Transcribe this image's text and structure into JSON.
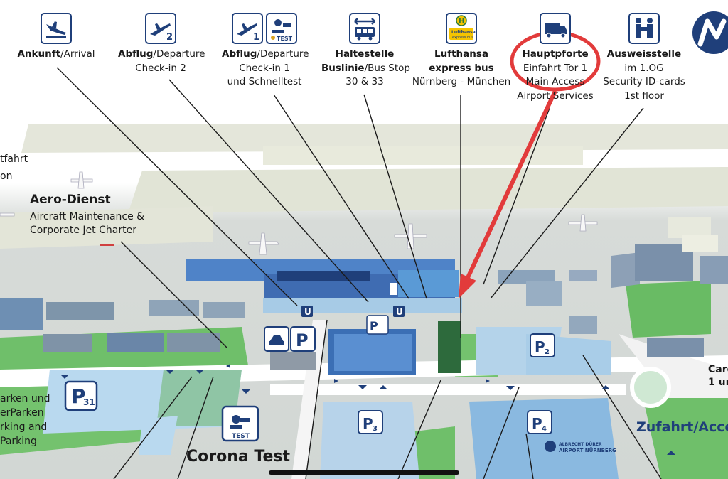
{
  "legend": [
    {
      "icon": "arrival-plane-icon",
      "bold": "Ankunft",
      "rest": "/Arrival",
      "lines": []
    },
    {
      "icon": "departure-2-icon",
      "bold": "Abflug",
      "rest": "/Departure",
      "lines": [
        "Check-in 2"
      ]
    },
    {
      "icon": "departure-1-test-icon",
      "bold": "Abflug",
      "rest": "/Departure",
      "lines": [
        "Check-in 1",
        "und Schnelltest"
      ]
    },
    {
      "icon": "bus-stop-icon",
      "bold": "Haltestelle",
      "rest": "",
      "lines": [],
      "bold2": "Buslinie",
      "rest2": "/Bus Stop",
      "lines2": [
        "30 & 33"
      ]
    },
    {
      "icon": "lufthansa-bus-icon",
      "bold": "Lufthansa",
      "rest": "",
      "lines": [],
      "bold2": "express bus",
      "rest2": "",
      "lines2": [
        "Nürnberg - München"
      ]
    },
    {
      "icon": "truck-icon",
      "bold": "Hauptpforte",
      "rest": "",
      "lines": [
        "Einfahrt Tor 1",
        "Main Access",
        "Airport Services"
      ]
    },
    {
      "icon": "id-card-office-icon",
      "bold": "Ausweisstelle",
      "rest": "",
      "lines": [
        "im 1.OG",
        "Security ID-cards",
        "1st floor"
      ]
    }
  ],
  "icon_text": {
    "departure_2": "2",
    "departure_1": "1",
    "test": "TEST",
    "bus_h": "H",
    "lufthansa_label": "Lufthansa",
    "express_bus": "express bus"
  },
  "map": {
    "aero_title": "Aero-Dienst",
    "aero_sub_1": "Aircraft Maintenance &",
    "aero_sub_2": "Corporate Jet Charter",
    "left_cut_1": "tfahrt",
    "left_cut_2": "on",
    "parken_1": "arken und",
    "parken_2": "erParken",
    "parken_3": "rking and",
    "parken_4": " Parking",
    "p31": "31",
    "p2": "2",
    "p3": "3",
    "p4": "4",
    "p": "P",
    "u": "U",
    "corona": "Corona Test",
    "test": "TEST",
    "zufahrt": "Zufahrt/Acce",
    "cargo_1": "Carg",
    "cargo_2": "1 un",
    "airport_logo_1": "ALBRECHT DÜRER",
    "airport_logo_2": "AIRPORT NÜRNBERG"
  },
  "colors": {
    "brand_navy": "#1f3f7a",
    "highlight_red": "#e23b3b",
    "green": "#6fbf6a",
    "runway": "#e6e8d9",
    "building_blue": "#4f83c8",
    "parking_blue": "#b9d9ef"
  }
}
